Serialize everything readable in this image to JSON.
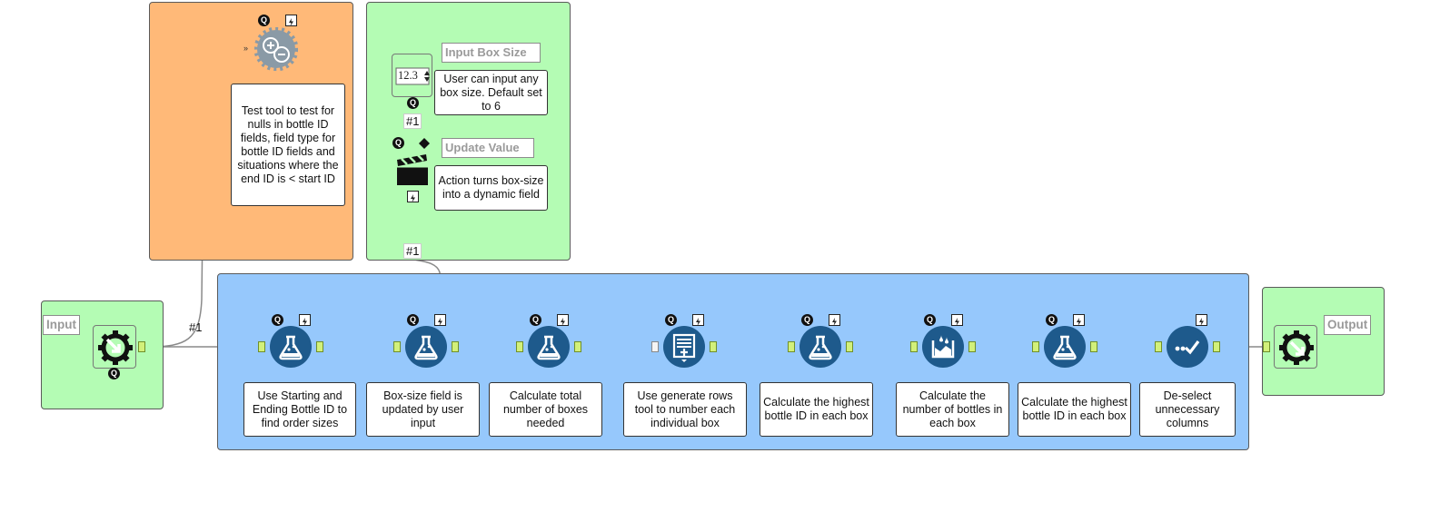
{
  "containers": {
    "input_label": "Input",
    "output_label": "Output"
  },
  "test_note": "Test tool to test for nulls in bottle ID fields, field type for bottle ID fields and situations where the end ID is < start ID",
  "interface": {
    "numeric_value": "12.3",
    "input_box_title": "Input Box Size",
    "input_box_note": "User can input any box size. Default set to 6",
    "action_title": "Update Value",
    "action_note": "Action turns box-size into a dynamic field"
  },
  "connections": {
    "label_input_test": "#1",
    "label_numeric_action": "#1",
    "label_action_formula": "#1"
  },
  "icons": {
    "flask": "flask-icon",
    "generate_rows": "generate-rows-icon",
    "multi_row": "multi-row-formula-icon",
    "select": "select-icon",
    "macro_input": "macro-input-icon",
    "macro_output": "macro-output-icon",
    "test": "test-icon",
    "numeric_updown": "numeric-updown-icon",
    "action": "action-icon",
    "query_badge": "Q"
  },
  "workflow_steps": [
    {
      "note": "Use Starting and Ending Bottle ID to find order sizes"
    },
    {
      "note": "Box-size field is updated by user input"
    },
    {
      "note": "Calculate total number of boxes needed"
    },
    {
      "note": "Use generate rows tool to number each individual box"
    },
    {
      "note": "Calculate the highest bottle ID in each box"
    },
    {
      "note": "Calculate the number of bottles in each box"
    },
    {
      "note": "Calculate the highest bottle ID in each box"
    },
    {
      "note": "De-select unnecessary columns"
    }
  ],
  "colors": {
    "test_container": "#ffb978",
    "interface_container": "#b4fcb4",
    "workflow_container": "#96c8fc",
    "tool_blue": "#1e5a8c",
    "anchor_green": "#d2f07a"
  }
}
